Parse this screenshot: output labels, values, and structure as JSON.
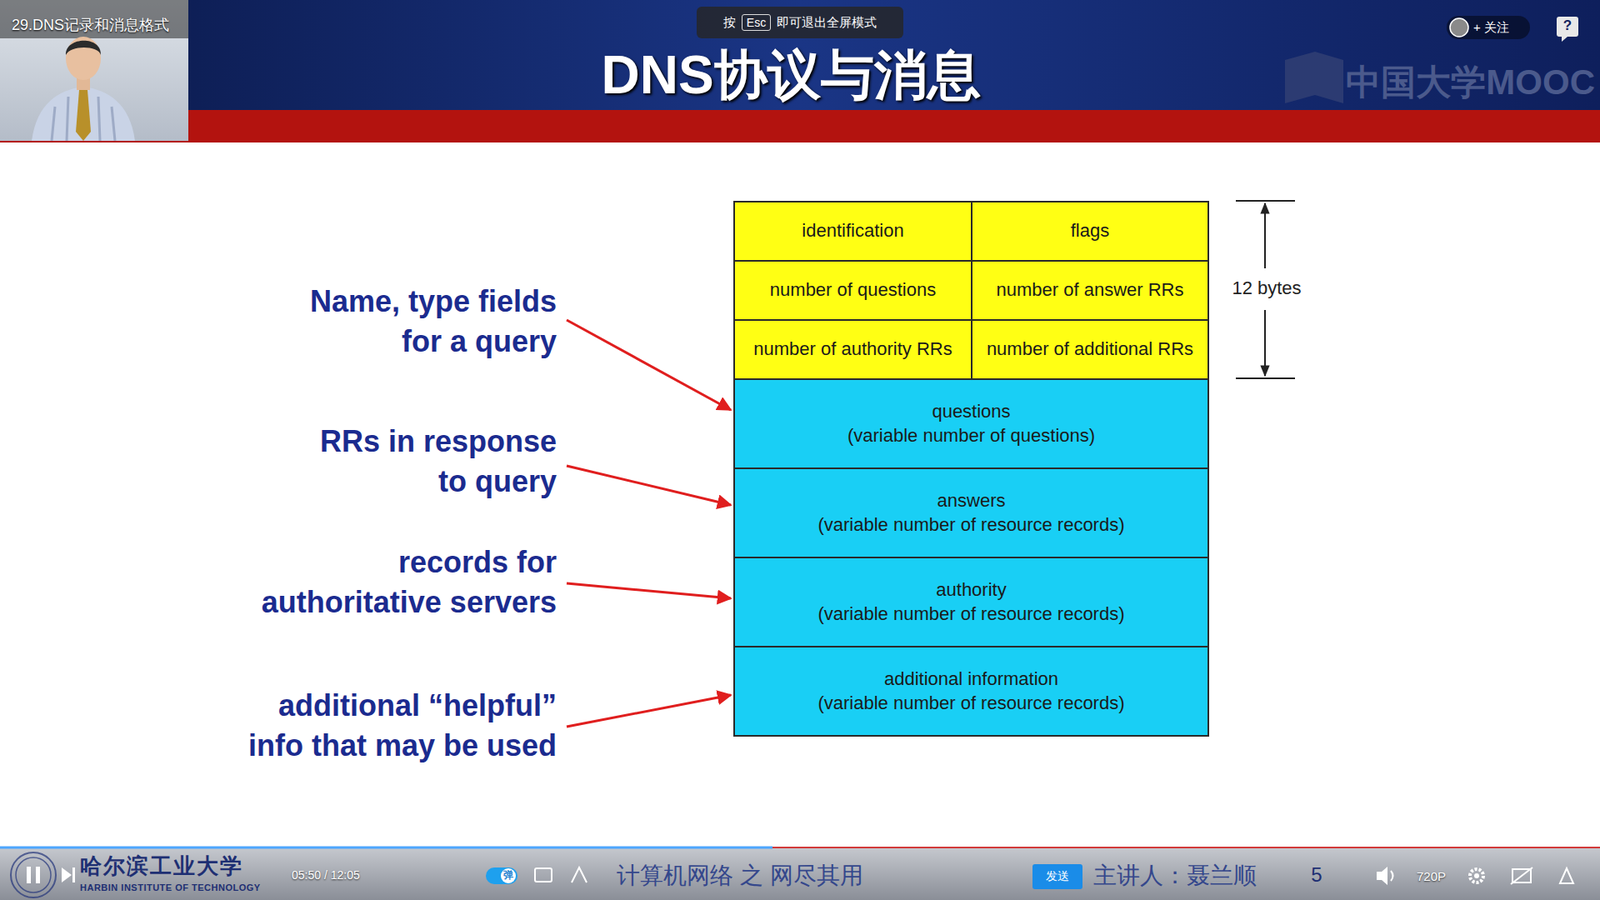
{
  "diagram": {
    "title": "DNS协议与消息",
    "nodes": [
      {
        "text": [
          "identification"
        ]
      },
      {
        "text": [
          "flags"
        ]
      },
      {
        "text": [
          "number of questions"
        ]
      },
      {
        "text": [
          "number of answer RRs"
        ]
      },
      {
        "text": [
          "number of authority RRs"
        ]
      },
      {
        "text": [
          "number of additional RRs"
        ]
      },
      {
        "text": [
          "questions",
          "(variable number of questions)"
        ]
      },
      {
        "text": [
          "answers",
          "(variable number of resource records)"
        ]
      },
      {
        "text": [
          "authority",
          "(variable number of resource records)"
        ]
      },
      {
        "text": [
          "additional information",
          "(variable number of resource records)"
        ]
      }
    ],
    "labels": [
      "29.DNS记录和消息格式",
      "按",
      "Esc",
      "即可退出全屏模式",
      "+ 关注",
      "?",
      "中国大学MOOC",
      "Name, type fields for a query",
      "RRs in response to query",
      "records for authoritative servers",
      "additional “helpful” info that may be used",
      "12 bytes",
      "05:50 / 12:05",
      "哈尔滨工业大学",
      "HARBIN INSTITUTE OF TECHNOLOGY",
      "弹",
      "计算机网络 之 网尽其用",
      "发送",
      "主讲人：聂兰顺",
      "5",
      "720P"
    ]
  }
}
